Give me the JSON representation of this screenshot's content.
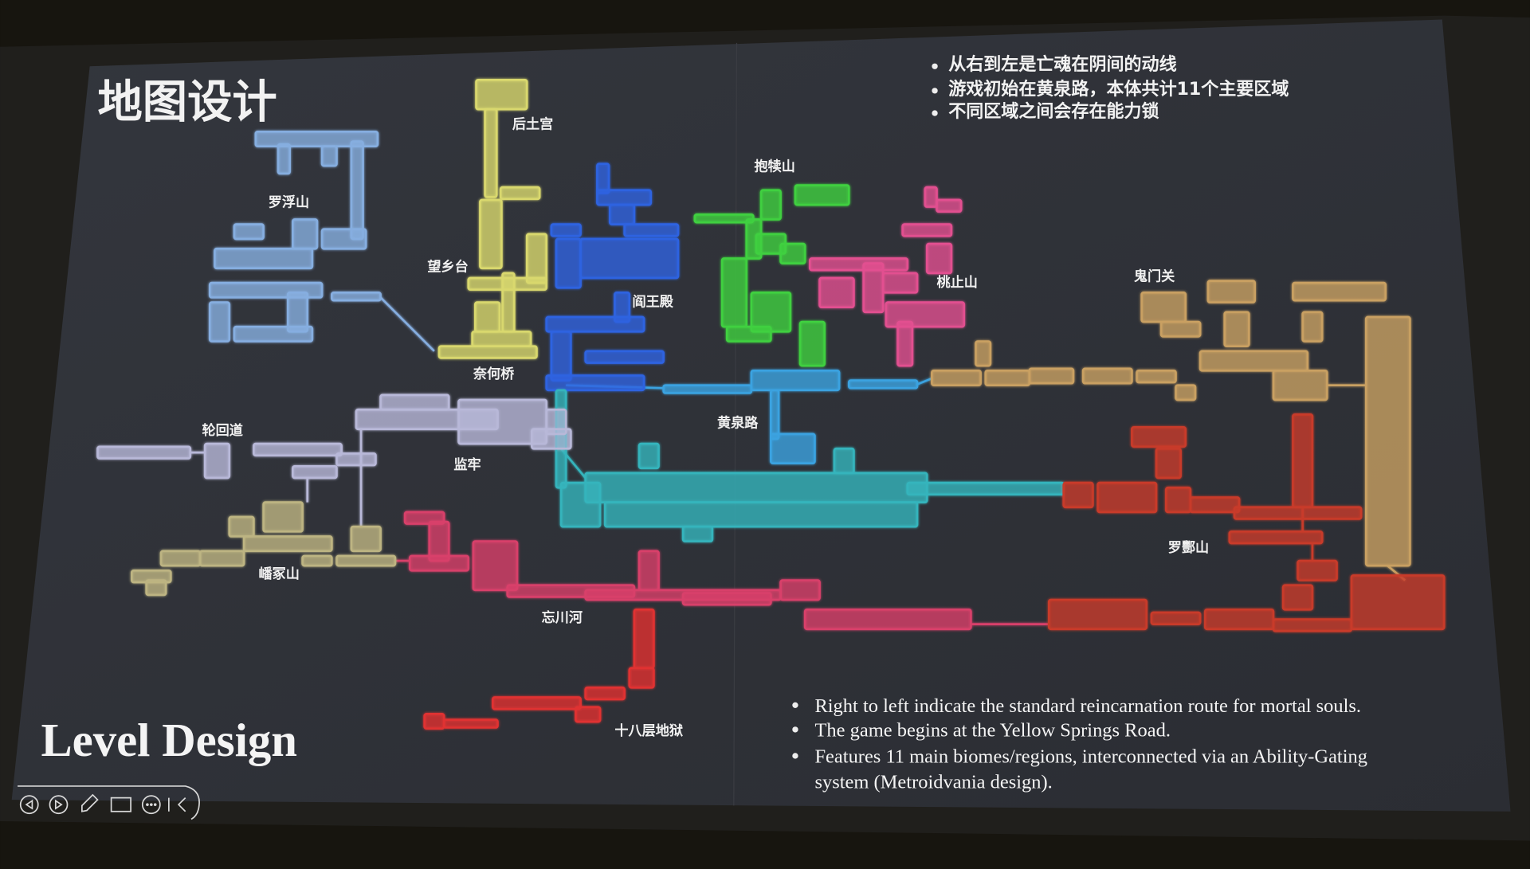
{
  "slide": {
    "title_zh": "地图设计",
    "title_en": "Level Design",
    "bullets_zh": [
      "从右到左是亡魂在阴间的动线",
      "游戏初始在黄泉路，本体共计11个主要区域",
      "不同区域之间会存在能力锁"
    ],
    "bullets_en": [
      "Right to left indicate the standard reincarnation route for mortal souls.",
      "The game begins at the Yellow Springs Road.",
      "Features 11 main biomes/regions, interconnected via an Ability-Gating",
      "system (Metroidvania design)."
    ]
  },
  "regions": {
    "houtugong": {
      "label": "后土宫",
      "color": "#d9d86e"
    },
    "luofushan": {
      "label": "罗浮山",
      "color": "#86aee0"
    },
    "wangxiangtai": {
      "label": "望乡台",
      "color": "#d9d86e"
    },
    "yanwangdian": {
      "label": "阎王殿",
      "color": "#2f63e0"
    },
    "baodushan": {
      "label": "抱犊山",
      "color": "#3fd040"
    },
    "taozhishan": {
      "label": "桃止山",
      "color": "#e25090"
    },
    "guimenguan": {
      "label": "鬼门关",
      "color": "#c9a062"
    },
    "naiheqiao": {
      "label": "奈何桥",
      "color": "#d9d86e"
    },
    "huangquanlu": {
      "label": "黄泉路",
      "color": "#3aa2e0"
    },
    "lunhuidao": {
      "label": "轮回道",
      "color": "#b8b8d8"
    },
    "jianlao": {
      "label": "监牢",
      "color": "#b8b8d8"
    },
    "luofengshan": {
      "label": "罗酆山",
      "color": "#c83a2a"
    },
    "bozhongshan": {
      "label": "嶓冢山",
      "color": "#bdb482"
    },
    "wangchuanhe": {
      "label": "忘川河",
      "color": "#d8406a"
    },
    "shibaceng": {
      "label": "十八层地狱",
      "color": "#e03232"
    },
    "teal": {
      "color": "#35b4bc"
    }
  },
  "toolbar": [
    "prev-icon",
    "next-icon",
    "pen-icon",
    "screen-icon",
    "more-icon",
    "collapse-icon"
  ]
}
